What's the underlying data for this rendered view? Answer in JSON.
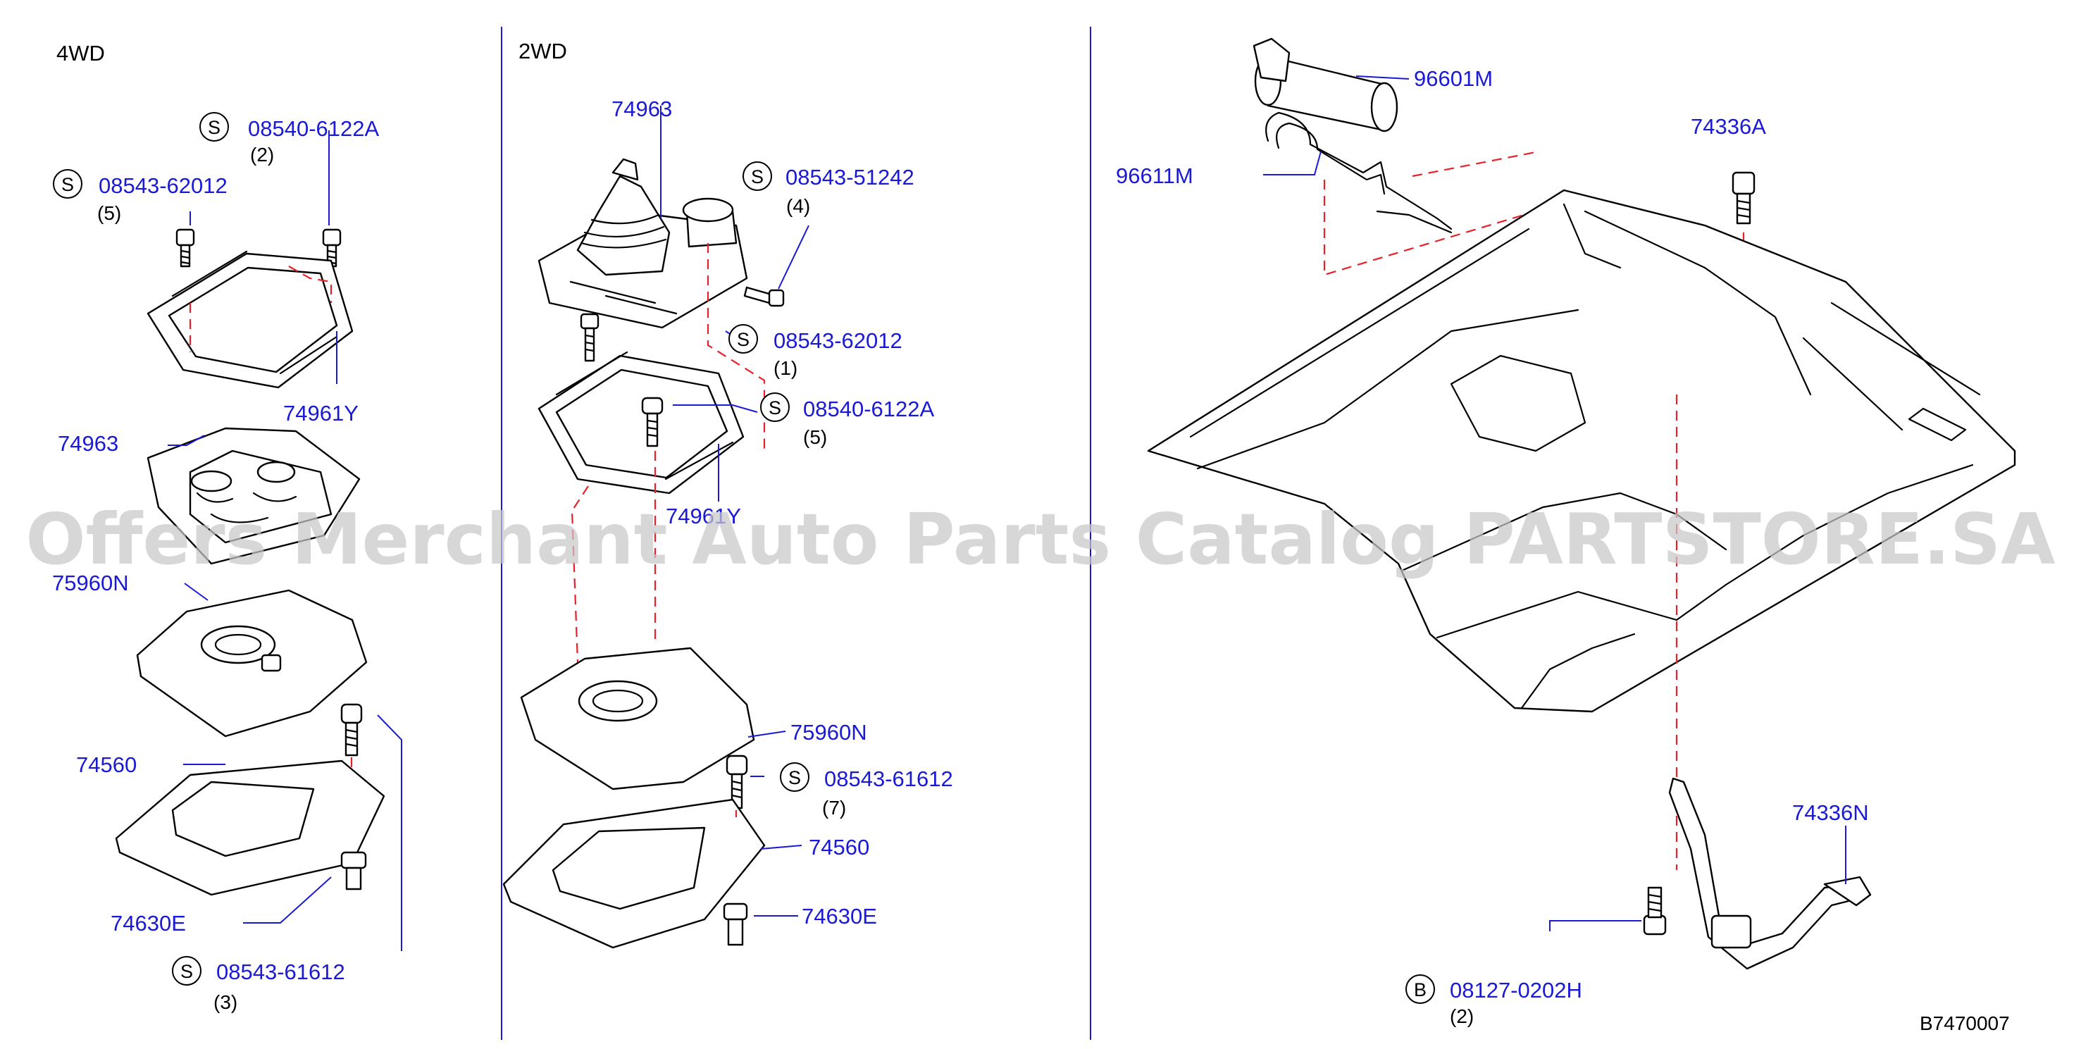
{
  "sections": {
    "left": "4WD",
    "middle": "2WD"
  },
  "watermark": "Offers Merchant Auto Parts Catalog PARTSTORE.SA",
  "diagram_code": "B7470007",
  "symbols": {
    "s": "S",
    "b": "B"
  },
  "parts_4wd": {
    "p1": {
      "number": "08540-6122A",
      "qty": "(2)"
    },
    "p2": {
      "number": "08543-62012",
      "qty": "(5)"
    },
    "p3": {
      "number": "74961Y"
    },
    "p4": {
      "number": "74963"
    },
    "p5": {
      "number": "75960N"
    },
    "p6": {
      "number": "74560"
    },
    "p7": {
      "number": "74630E"
    },
    "p8": {
      "number": "08543-61612",
      "qty": "(3)"
    }
  },
  "parts_2wd": {
    "p1": {
      "number": "74963"
    },
    "p2": {
      "number": "08543-51242",
      "qty": "(4)"
    },
    "p3": {
      "number": "08543-62012",
      "qty": "(1)"
    },
    "p4": {
      "number": "08540-6122A",
      "qty": "(5)"
    },
    "p5": {
      "number": "74961Y"
    },
    "p6": {
      "number": "75960N"
    },
    "p7": {
      "number": "08543-61612",
      "qty": "(7)"
    },
    "p8": {
      "number": "74560"
    },
    "p9": {
      "number": "74630E"
    }
  },
  "parts_floor": {
    "p1": {
      "number": "96601M"
    },
    "p2": {
      "number": "96611M"
    },
    "p3": {
      "number": "74336A"
    },
    "p4": {
      "number": "74336N"
    },
    "p5": {
      "number": "08127-0202H",
      "qty": "(2)"
    }
  },
  "colors": {
    "part_text": "#1a1ad6",
    "dashed_line": "#e8202a",
    "divider": "#1a1ad6"
  }
}
